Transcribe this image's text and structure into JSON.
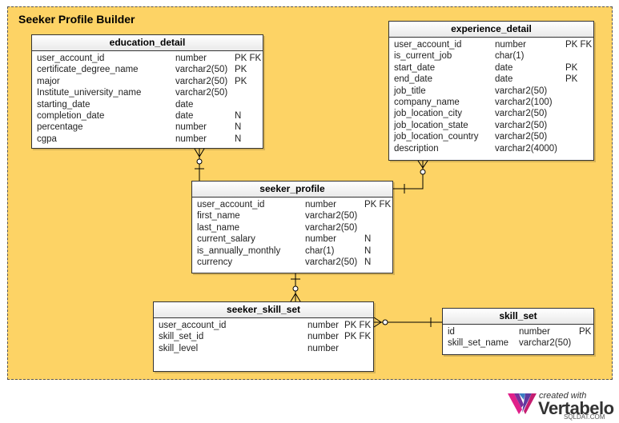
{
  "diagram_title": "Seeker Profile Builder",
  "tables": {
    "education_detail": {
      "name": "education_detail",
      "columns": [
        {
          "name": "user_account_id",
          "type": "number",
          "keys": "PK FK"
        },
        {
          "name": "certificate_degree_name",
          "type": "varchar2(50)",
          "keys": "PK"
        },
        {
          "name": "major",
          "type": "varchar2(50)",
          "keys": "PK"
        },
        {
          "name": "Institute_university_name",
          "type": "varchar2(50)",
          "keys": ""
        },
        {
          "name": "starting_date",
          "type": "date",
          "keys": ""
        },
        {
          "name": "completion_date",
          "type": "date",
          "keys": "N"
        },
        {
          "name": "percentage",
          "type": "number",
          "keys": "N"
        },
        {
          "name": "cgpa",
          "type": "number",
          "keys": "N"
        }
      ]
    },
    "experience_detail": {
      "name": "experience_detail",
      "columns": [
        {
          "name": "user_account_id",
          "type": "number",
          "keys": "PK FK"
        },
        {
          "name": "is_current_job",
          "type": "char(1)",
          "keys": ""
        },
        {
          "name": "start_date",
          "type": "date",
          "keys": "PK"
        },
        {
          "name": "end_date",
          "type": "date",
          "keys": "PK"
        },
        {
          "name": "job_title",
          "type": "varchar2(50)",
          "keys": ""
        },
        {
          "name": "company_name",
          "type": "varchar2(100)",
          "keys": ""
        },
        {
          "name": "job_location_city",
          "type": "varchar2(50)",
          "keys": ""
        },
        {
          "name": "job_location_state",
          "type": "varchar2(50)",
          "keys": ""
        },
        {
          "name": "job_location_country",
          "type": "varchar2(50)",
          "keys": ""
        },
        {
          "name": "description",
          "type": "varchar2(4000)",
          "keys": ""
        }
      ]
    },
    "seeker_profile": {
      "name": "seeker_profile",
      "columns": [
        {
          "name": "user_account_id",
          "type": "number",
          "keys": "PK FK"
        },
        {
          "name": "first_name",
          "type": "varchar2(50)",
          "keys": ""
        },
        {
          "name": "last_name",
          "type": "varchar2(50)",
          "keys": ""
        },
        {
          "name": "current_salary",
          "type": "number",
          "keys": "N"
        },
        {
          "name": "is_annually_monthly",
          "type": "char(1)",
          "keys": "N"
        },
        {
          "name": "currency",
          "type": "varchar2(50)",
          "keys": "N"
        }
      ]
    },
    "seeker_skill_set": {
      "name": "seeker_skill_set",
      "columns": [
        {
          "name": "user_account_id",
          "type": "number",
          "keys": "PK FK"
        },
        {
          "name": "skill_set_id",
          "type": "number",
          "keys": "PK FK"
        },
        {
          "name": "skill_level",
          "type": "number",
          "keys": ""
        }
      ]
    },
    "skill_set": {
      "name": "skill_set",
      "columns": [
        {
          "name": "id",
          "type": "number",
          "keys": "PK"
        },
        {
          "name": "skill_set_name",
          "type": "varchar2(50)",
          "keys": ""
        }
      ]
    }
  },
  "branding": {
    "line1": "created with",
    "line2": "Vertabelo",
    "watermark": "SQLDAT.COM"
  },
  "colors": {
    "area_fill": "#fdd365",
    "table_border": "#333333"
  }
}
